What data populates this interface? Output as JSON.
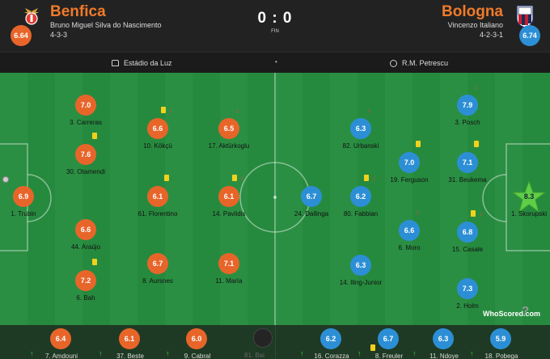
{
  "header": {
    "home": {
      "name": "Benfica",
      "coach": "Bruno Miguel Silva do Nascimento",
      "formation": "4-3-3",
      "rating": "6.64",
      "crest_icon": "benfica-eagle-crest",
      "color": "#e8652a"
    },
    "away": {
      "name": "Bologna",
      "coach": "Vincenzo Italiano",
      "formation": "4-2-3-1",
      "rating": "6.74",
      "crest_icon": "bologna-shield-crest",
      "color": "#2c8fd6"
    },
    "score": "0 : 0",
    "status": "FIN"
  },
  "info": {
    "venue": "Estádio da Luz",
    "referee": "R.M. Petrescu",
    "venue_icon": "stadium-icon",
    "referee_icon": "whistle-icon"
  },
  "lineup": {
    "home": [
      {
        "name": "1. Trubin",
        "rating": "6.9",
        "goal_marker": true
      },
      {
        "name": "3. Carreras",
        "rating": "7.0"
      },
      {
        "name": "30. Otamendi",
        "rating": "7.6",
        "card": "yellow"
      },
      {
        "name": "44. Araújo",
        "rating": "6.6"
      },
      {
        "name": "6. Bah",
        "rating": "7.2",
        "card": "yellow"
      },
      {
        "name": "10. Kökçü",
        "rating": "6.6",
        "card": "yellow",
        "subbed_off": true
      },
      {
        "name": "61. Florentino",
        "rating": "6.1",
        "card": "yellow"
      },
      {
        "name": "8. Aursnes",
        "rating": "6.7"
      },
      {
        "name": "17. Aktürkoglu",
        "rating": "6.5",
        "subbed_off": true
      },
      {
        "name": "14. Pavlidis",
        "rating": "6.1",
        "card": "yellow",
        "subbed_off": true
      },
      {
        "name": "11. María",
        "rating": "7.1"
      }
    ],
    "away": [
      {
        "name": "1. Skorupski",
        "rating": "8.3",
        "man_of_match": true
      },
      {
        "name": "3. Posch",
        "rating": "7.9",
        "subbed_off": true
      },
      {
        "name": "31. Beukema",
        "rating": "7.1",
        "card": "yellow"
      },
      {
        "name": "15. Casale",
        "rating": "6.8",
        "card": "yellow",
        "subbed_off": true
      },
      {
        "name": "2. Holm",
        "rating": "7.3"
      },
      {
        "name": "19. Ferguson",
        "rating": "7.0",
        "card": "yellow"
      },
      {
        "name": "6. Moro",
        "rating": "6.6",
        "subbed_off": true
      },
      {
        "name": "82. Urbanski",
        "rating": "6.3",
        "subbed_off": true
      },
      {
        "name": "80. Fabbian",
        "rating": "6.2",
        "card": "yellow",
        "subbed_off": true
      },
      {
        "name": "14. Iling-Junior",
        "rating": "6.3"
      },
      {
        "name": "24. Dallinga",
        "rating": "6.7"
      }
    ]
  },
  "subs": {
    "home": [
      {
        "name": "7. Amdouni",
        "rating": "6.4"
      },
      {
        "name": "37. Beste",
        "rating": "6.1"
      },
      {
        "name": "9. Cabral",
        "rating": "6.0"
      }
    ],
    "away": [
      {
        "name": "16. Corazza",
        "rating": "6.2"
      },
      {
        "name": "8. Freuler",
        "rating": "6.7",
        "card": "yellow"
      },
      {
        "name": "11. Ndoye",
        "rating": "6.3"
      },
      {
        "name": "18. Pobega",
        "rating": "5.9"
      }
    ],
    "faded_label": "81. Bai"
  },
  "brand": {
    "name": "WhoScored.com",
    "icon": "question-mark-icon"
  }
}
